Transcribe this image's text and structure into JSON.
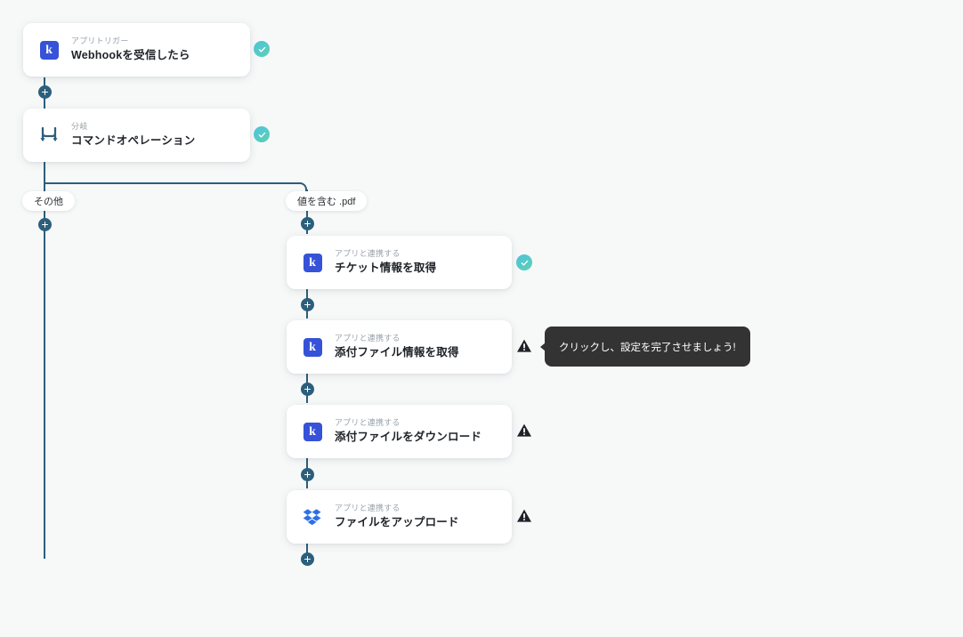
{
  "canvas": {
    "background_color": "#f7f9f9",
    "line_color": "#2c5f7c"
  },
  "nodes": [
    {
      "id": "trigger",
      "icon": "kintone-icon",
      "icon_label": "k",
      "subtitle": "アプリトリガー",
      "title": "Webhookを受信したら",
      "status": "ok"
    },
    {
      "id": "branch",
      "icon": "branch-icon",
      "icon_label": "",
      "subtitle": "分岐",
      "title": "コマンドオペレーション",
      "status": "ok"
    },
    {
      "id": "get-ticket",
      "icon": "kintone-icon",
      "icon_label": "k",
      "subtitle": "アプリと連携する",
      "title": "チケット情報を取得",
      "status": "ok"
    },
    {
      "id": "get-attachment-info",
      "icon": "kintone-icon",
      "icon_label": "k",
      "subtitle": "アプリと連携する",
      "title": "添付ファイル情報を取得",
      "status": "warning"
    },
    {
      "id": "download-attachment",
      "icon": "kintone-icon",
      "icon_label": "k",
      "subtitle": "アプリと連携する",
      "title": "添付ファイルをダウンロード",
      "status": "warning"
    },
    {
      "id": "upload-file",
      "icon": "dropbox-icon",
      "icon_label": "",
      "subtitle": "アプリと連携する",
      "title": "ファイルをアップロード",
      "status": "warning"
    }
  ],
  "branches": {
    "left_label": "その他",
    "right_label": "値を含む .pdf"
  },
  "tooltip": {
    "message": "クリックし、設定を完了させましょう!",
    "background_color": "#333333"
  },
  "status_colors": {
    "ok_from": "#4fc3d9",
    "ok_to": "#5ed0b4",
    "warning": "#1f2328"
  }
}
